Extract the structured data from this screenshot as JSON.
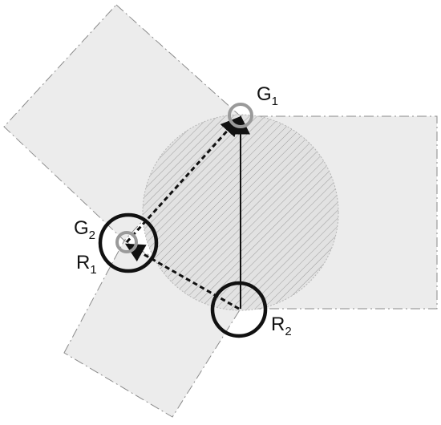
{
  "labels": {
    "g1": {
      "main": "G",
      "sub": "1"
    },
    "g2": {
      "main": "G",
      "sub": "2"
    },
    "r1": {
      "main": "R",
      "sub": "1"
    },
    "r2": {
      "main": "R",
      "sub": "2"
    }
  },
  "colors": {
    "ink": "#111111",
    "grey_marker": "#9a9a9a",
    "region_fill": "#e9e9e9",
    "hatch": "#9c9c9c",
    "dashdot_outline": "#8a8a8a"
  }
}
